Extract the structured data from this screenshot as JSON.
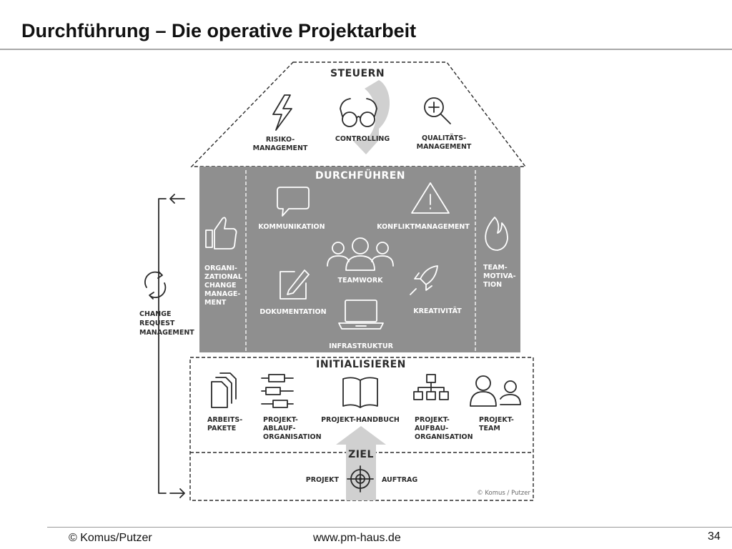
{
  "slide": {
    "title": "Durchführung – Die operative Projektarbeit",
    "footer_left": "© Komus/Putzer",
    "footer_center": "www.pm-haus.de",
    "page_number": "34"
  },
  "diagram": {
    "roof": {
      "title": "STEUERN",
      "items": [
        {
          "lines": [
            "RISIKO-",
            "MANAGEMENT"
          ],
          "icon": "lightning-icon"
        },
        {
          "lines": [
            "CONTROLLING"
          ],
          "icon": "glasses-icon"
        },
        {
          "lines": [
            "QUALITÄTS-",
            "MANAGEMENT"
          ],
          "icon": "magnifier-plus-icon"
        }
      ]
    },
    "body": {
      "title": "DURCHFÜHREN",
      "left_column": {
        "lines": [
          "ORGANI-",
          "ZATIONAL",
          "CHANGE",
          "MANAGE-",
          "MENT"
        ],
        "icon": "thumbs-up-icon"
      },
      "right_column": {
        "lines": [
          "TEAM-",
          "MOTIVA-",
          "TION"
        ],
        "icon": "flame-icon"
      },
      "items": [
        {
          "lines": [
            "KOMMUNIKATION"
          ],
          "icon": "speech-bubble-icon"
        },
        {
          "lines": [
            "KONFLIKTMANAGEMENT"
          ],
          "icon": "warning-icon"
        },
        {
          "lines": [
            "TEAMWORK"
          ],
          "icon": "group-icon"
        },
        {
          "lines": [
            "DOKUMENTATION"
          ],
          "icon": "edit-icon"
        },
        {
          "lines": [
            "KREATIVITÄT"
          ],
          "icon": "rocket-icon"
        },
        {
          "lines": [
            "INFRASTRUKTUR"
          ],
          "icon": "laptop-icon"
        }
      ]
    },
    "foundation": {
      "title": "INITIALISIEREN",
      "items": [
        {
          "lines": [
            "ARBEITS-",
            "PAKETE"
          ],
          "icon": "documents-icon"
        },
        {
          "lines": [
            "PROJEKT-",
            "ABLAUF-",
            "ORGANISATION"
          ],
          "icon": "process-icon"
        },
        {
          "lines": [
            "PROJEKT-HANDBUCH"
          ],
          "icon": "book-icon"
        },
        {
          "lines": [
            "PROJEKT-",
            "AUFBAU-",
            "ORGANISATION"
          ],
          "icon": "org-chart-icon"
        },
        {
          "lines": [
            "PROJEKT-",
            "TEAM"
          ],
          "icon": "team-icon"
        }
      ]
    },
    "base": {
      "title": "ZIEL",
      "left_label": "PROJEKT",
      "right_label": "AUFTRAG",
      "icon": "target-icon",
      "copyright": "© Komus / Putzer"
    },
    "side": {
      "lines": [
        "CHANGE",
        "REQUEST",
        "MANAGEMENT"
      ],
      "icon": "cycle-arrows-icon"
    },
    "colors": {
      "body_fill": "#8f8f8f",
      "line": "#2b2b2b",
      "arrow_fill": "#d0d0d0"
    }
  }
}
